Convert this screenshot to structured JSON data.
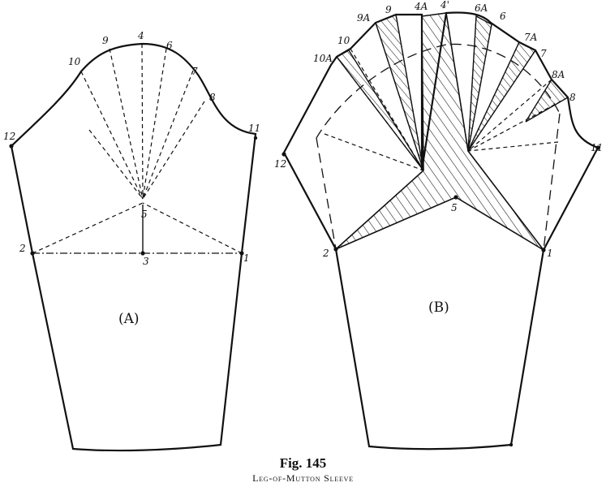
{
  "figure": {
    "number": "Fig. 145",
    "title": "Leg-of-Mutton Sleeve"
  },
  "pattern_a": {
    "caption": "(A)",
    "points": [
      "12",
      "10",
      "9",
      "4",
      "6",
      "7",
      "8",
      "11",
      "5",
      "2",
      "3",
      "1"
    ]
  },
  "pattern_b": {
    "caption": "(B)",
    "points": [
      "9A",
      "9",
      "4A",
      "4'",
      "6A",
      "6",
      "7A",
      "7",
      "8A",
      "8",
      "10",
      "10A",
      "12",
      "11",
      "5",
      "2",
      "1"
    ]
  },
  "colors": {
    "ink": "#111111",
    "paper": "#ffffff"
  }
}
